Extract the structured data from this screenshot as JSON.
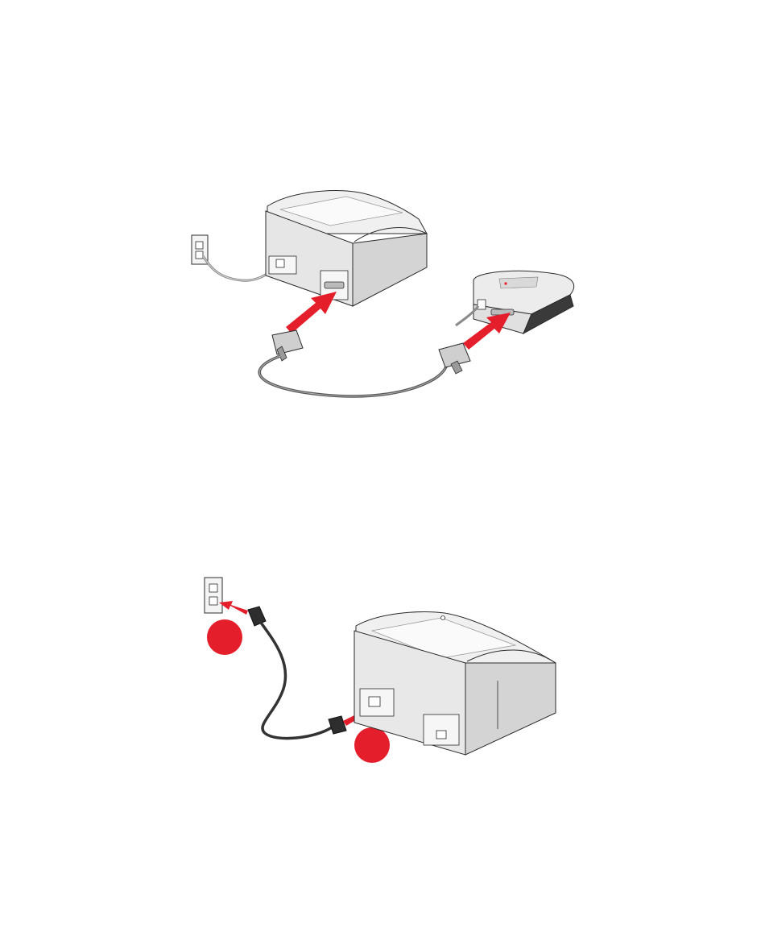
{
  "figures": [
    {
      "id": "connect-parallel-cable",
      "components": [
        "wall-outlet",
        "power-cord",
        "printer",
        "parallel-cable",
        "print-server"
      ],
      "arrow_color": "#e41e2b"
    },
    {
      "id": "connect-power-cord",
      "components": [
        "wall-outlet",
        "power-cord",
        "printer"
      ],
      "arrow_color": "#e41e2b",
      "step_markers": [
        "step-1-marker",
        "step-2-marker"
      ],
      "marker_color": "#e41e2b"
    }
  ],
  "colors": {
    "outline": "#2b2b2b",
    "body_light": "#f2f2f2",
    "body_mid": "#dedede",
    "body_dark": "#c4c4c4",
    "cable": "#6b6b6b",
    "accent": "#e41e2b"
  }
}
